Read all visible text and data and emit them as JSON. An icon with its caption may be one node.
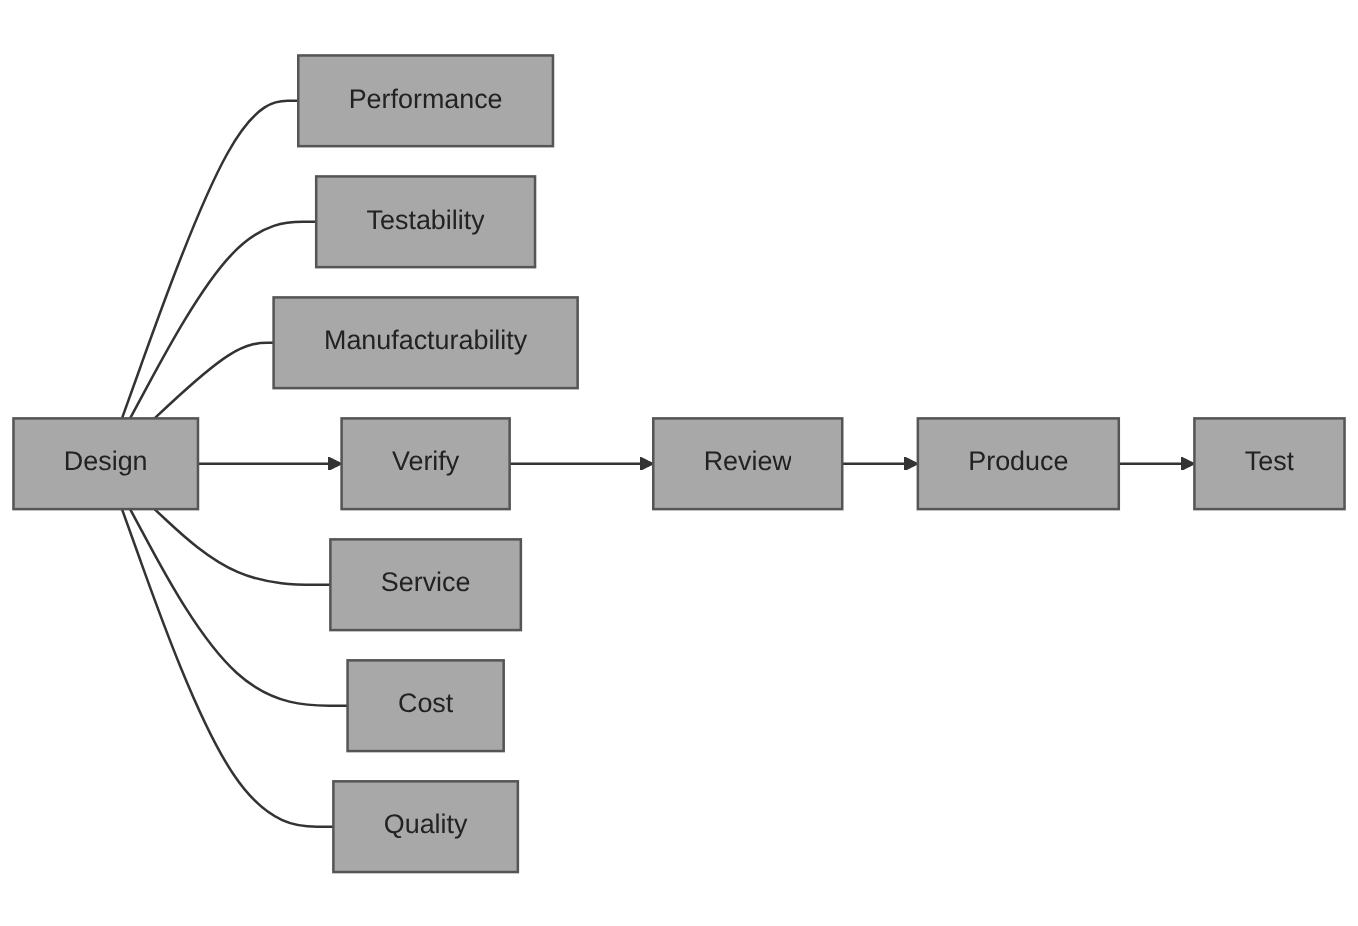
{
  "diagram": {
    "nodes": [
      {
        "text": [
          "Performance"
        ]
      },
      {
        "text": [
          "Testability"
        ]
      },
      {
        "text": [
          "Manufacturability"
        ]
      },
      {
        "text": [
          "Design"
        ]
      },
      {
        "text": [
          "Verify"
        ]
      },
      {
        "text": [
          "Review"
        ]
      },
      {
        "text": [
          "Produce"
        ]
      },
      {
        "text": [
          "Test"
        ]
      },
      {
        "text": [
          "Service"
        ]
      },
      {
        "text": [
          "Cost"
        ]
      },
      {
        "text": [
          "Quality"
        ]
      }
    ],
    "edges": [
      {
        "from": 3,
        "to": 0,
        "arrow": "none"
      },
      {
        "from": 3,
        "to": 1,
        "arrow": "none"
      },
      {
        "from": 3,
        "to": 2,
        "arrow": "none"
      },
      {
        "from": 3,
        "to": 4,
        "arrow": "to"
      },
      {
        "from": 4,
        "to": 5,
        "arrow": "to"
      },
      {
        "from": 5,
        "to": 6,
        "arrow": "to"
      },
      {
        "from": 6,
        "to": 7,
        "arrow": "to"
      },
      {
        "from": 3,
        "to": 8,
        "arrow": "none"
      },
      {
        "from": 3,
        "to": 9,
        "arrow": "none"
      },
      {
        "from": 3,
        "to": 10,
        "arrow": "none"
      }
    ]
  }
}
